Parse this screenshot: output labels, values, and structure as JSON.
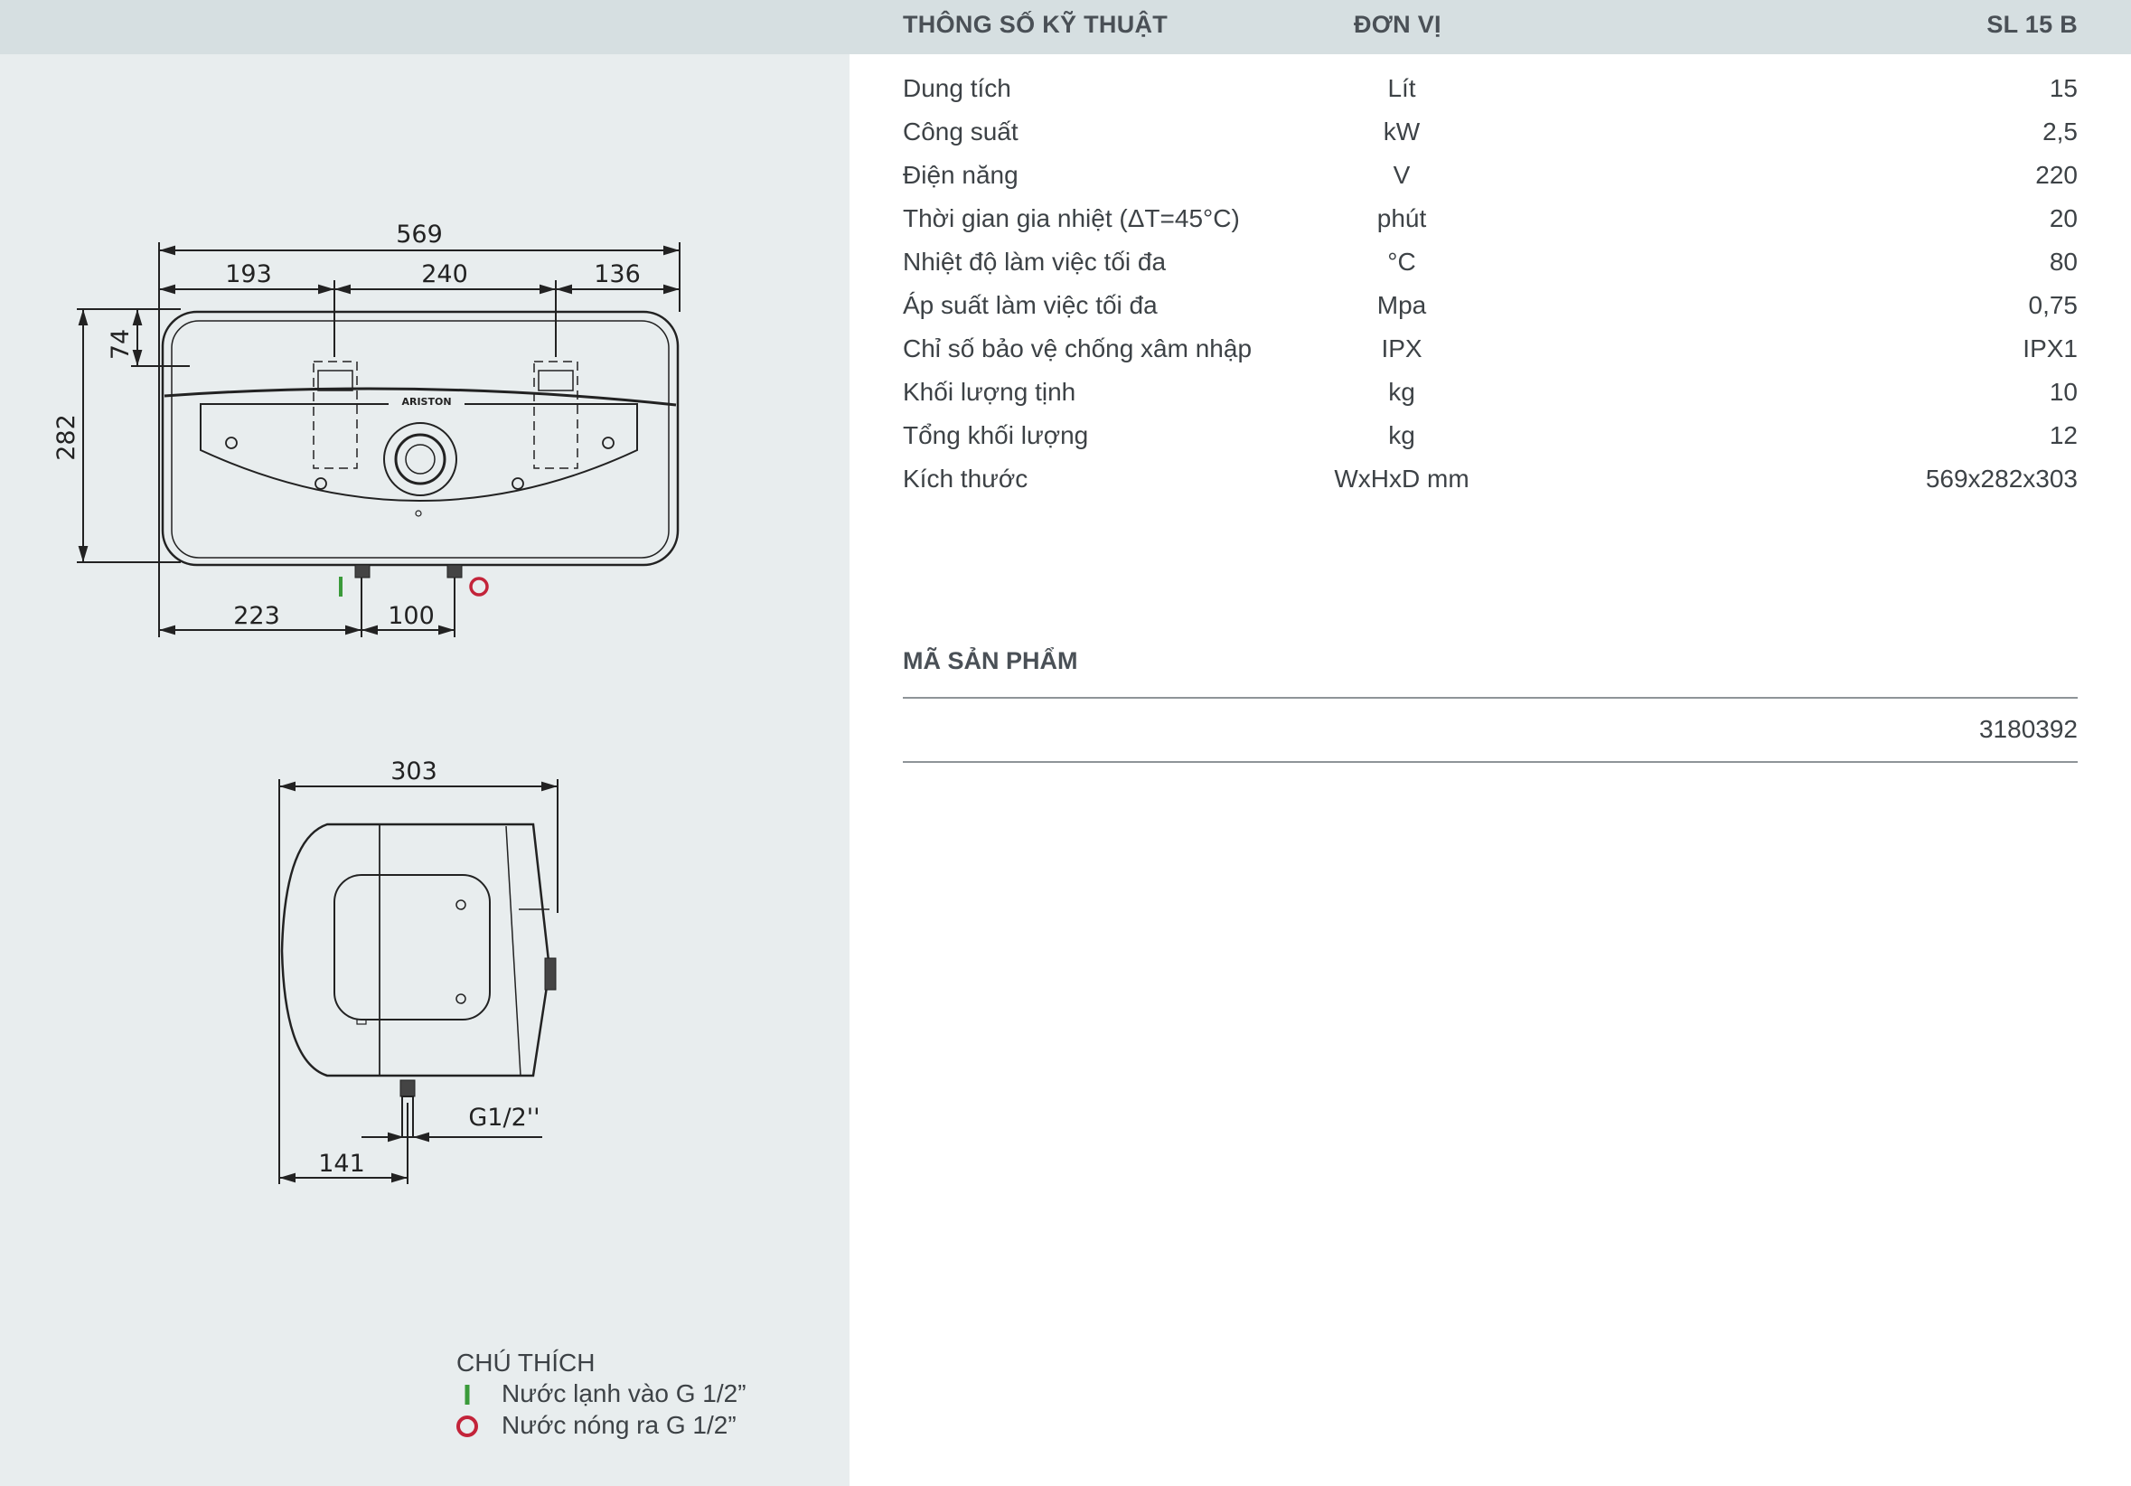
{
  "header": {
    "col_spec": "THÔNG SỐ KỸ THUẬT",
    "col_unit": "ĐƠN VỊ",
    "col_model": "SL 15 B"
  },
  "specs": [
    {
      "label": "Dung tích",
      "unit": "Lít",
      "value": "15"
    },
    {
      "label": "Công suất",
      "unit": "kW",
      "value": "2,5"
    },
    {
      "label": "Điện năng",
      "unit": "V",
      "value": "220"
    },
    {
      "label": "Thời gian gia nhiệt (ΔT=45°C)",
      "unit": "phút",
      "value": "20"
    },
    {
      "label": "Nhiệt độ làm việc tối đa",
      "unit": "°C",
      "value": "80"
    },
    {
      "label": "Áp suất làm việc tối đa",
      "unit": "Mpa",
      "value": "0,75"
    },
    {
      "label": "Chỉ số bảo vệ chống xâm nhập",
      "unit": "IPX",
      "value": "IPX1"
    },
    {
      "label": "Khối lượng tịnh",
      "unit": "kg",
      "value": "10"
    },
    {
      "label": "Tổng khối lượng",
      "unit": "kg",
      "value": "12"
    },
    {
      "label": "Kích thước",
      "unit": "WxHxD mm",
      "value": "569x282x303"
    }
  ],
  "product_code": {
    "title": "MÃ SẢN PHẨM",
    "value": "3180392"
  },
  "diagram": {
    "front": {
      "width": "569",
      "seg_left": "193",
      "seg_mid": "240",
      "seg_right": "136",
      "height": "282",
      "top_offset": "74",
      "bottom_left": "223",
      "bottom_mid": "100",
      "brand": "ARISTON"
    },
    "side": {
      "depth": "303",
      "thread": "G1/2''",
      "pipe_offset": "141"
    }
  },
  "legend": {
    "title": "CHÚ THÍCH",
    "items": [
      {
        "label": "Nước lạnh vào G 1/2”",
        "color": "#3a9a3a",
        "symbol": "I"
      },
      {
        "label": "Nước nóng ra G 1/2”",
        "color": "#c3243a",
        "symbol": "O"
      }
    ]
  }
}
